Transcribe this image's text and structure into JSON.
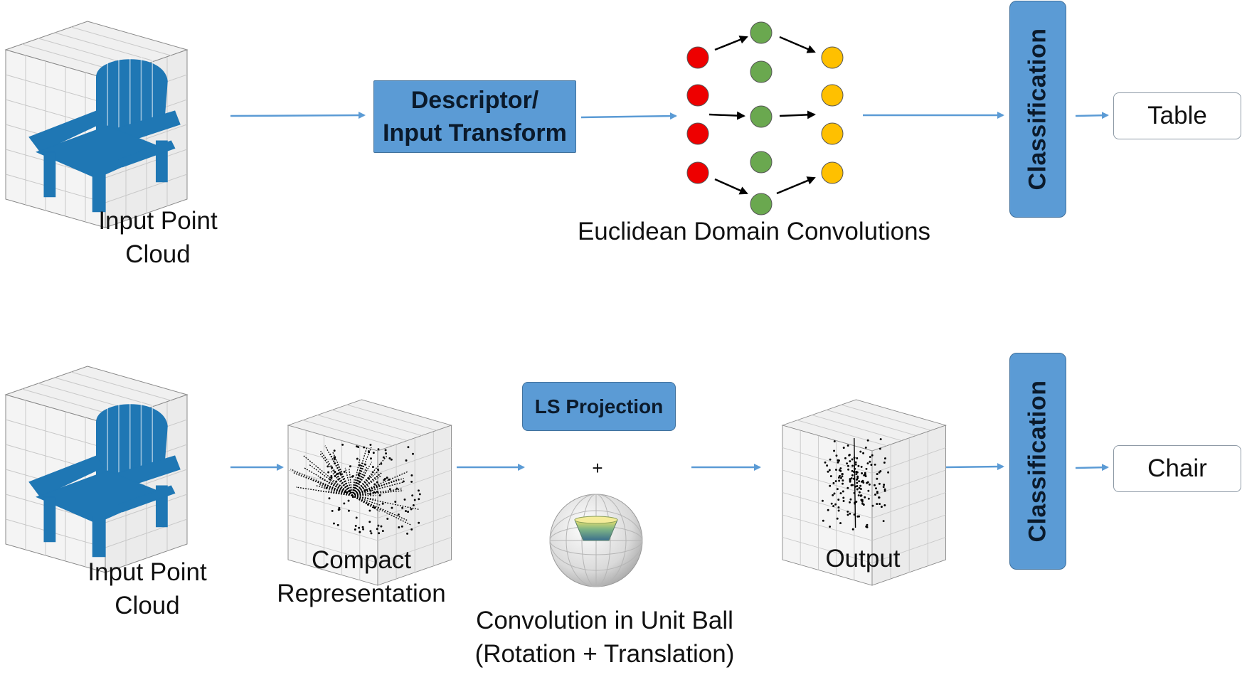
{
  "top_row": {
    "input_label_line1": "Input Point",
    "input_label_line2": "Cloud",
    "descriptor_line1": "Descriptor/",
    "descriptor_line2": "Input Transform",
    "conv_label": "Euclidean Domain Convolutions",
    "classification": "Classification",
    "output_class": "Table"
  },
  "bottom_row": {
    "input_label_line1": "Input Point",
    "input_label_line2": "Cloud",
    "compact_line1": "Compact",
    "compact_line2": "Representation",
    "ls_projection": "LS Projection",
    "plus": "+",
    "unit_ball_line1": "Convolution in Unit Ball",
    "unit_ball_line2": "(Rotation + Translation)",
    "output_label": "Output",
    "classification": "Classification",
    "output_class": "Chair"
  },
  "colors": {
    "box_fill": "#5b9bd5",
    "box_border": "#41719c",
    "arrow": "#5b9bd5",
    "point_cloud": "#1f77b4",
    "node_red": "#ee0000",
    "node_green": "#6aa84f",
    "node_yellow": "#ffc000"
  },
  "icons": [
    "chair-point-cloud-icon",
    "scatter-plot-icon",
    "unit-ball-icon",
    "neural-nodes-icon"
  ]
}
